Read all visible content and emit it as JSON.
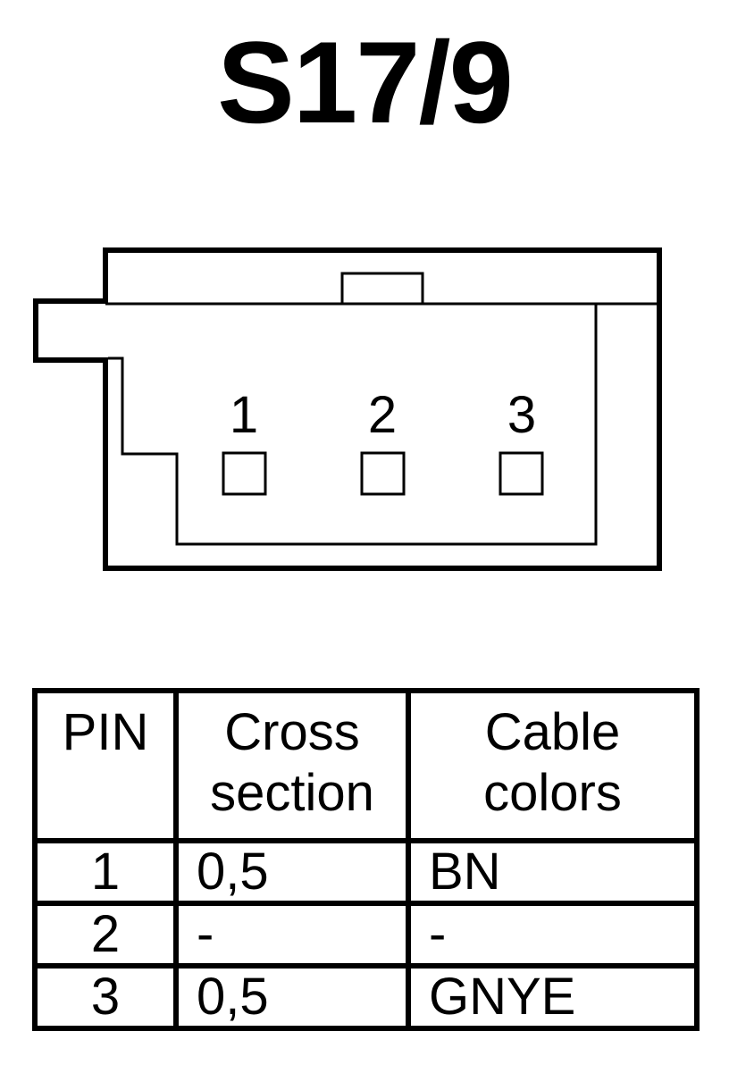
{
  "title": "S17/9",
  "pin_labels": [
    "1",
    "2",
    "3"
  ],
  "table": {
    "headers": {
      "pin": "PIN",
      "cross_section": [
        "Cross",
        "section"
      ],
      "cable_colors": [
        "Cable",
        "colors"
      ]
    },
    "rows": [
      {
        "pin": "1",
        "cross_section": "0,5",
        "cable_color": "BN"
      },
      {
        "pin": "2",
        "cross_section": "-",
        "cable_color": "-"
      },
      {
        "pin": "3",
        "cross_section": "0,5",
        "cable_color": "GNYE"
      }
    ]
  }
}
